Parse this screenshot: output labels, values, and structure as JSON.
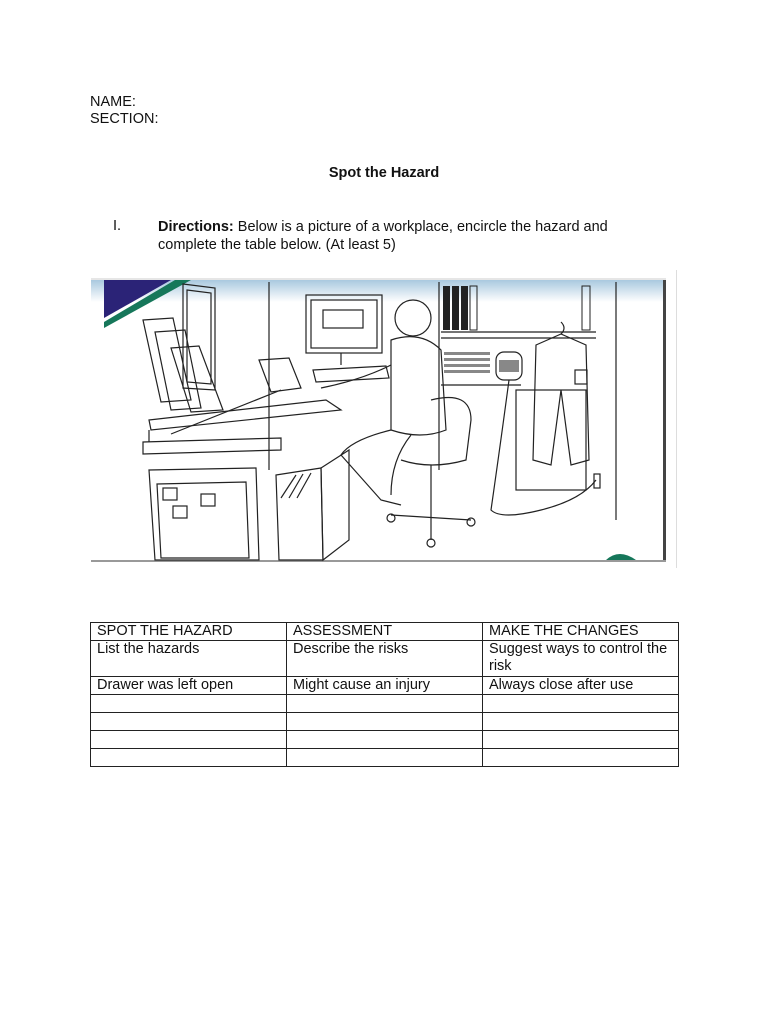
{
  "header": {
    "name_label": "NAME:",
    "section_label": "SECTION:"
  },
  "title": "Spot the Hazard",
  "instructions": {
    "numeral": "I.",
    "directions_label": "Directions:",
    "directions_text": " Below is a picture of a workplace, encircle the hazard and complete the table below. (At least 5)"
  },
  "picture": {
    "description": "Line illustration of an office workplace: man seated at desk with computer monitor, telephone, document trays, open filing drawer, shelf with binders, space heater with cord to wall outlet, lab coat hanging on hook",
    "colors": {
      "banner_purple": "#2b2377",
      "banner_green": "#16775a",
      "sky_band": "#b9d4e6"
    }
  },
  "table": {
    "headers": [
      "SPOT THE HAZARD",
      "ASSESSMENT",
      "MAKE THE CHANGES"
    ],
    "subheaders": [
      "List the hazards",
      "Describe the risks",
      "Suggest ways to control the risk"
    ],
    "rows": [
      [
        "Drawer was left open",
        "Might cause an injury",
        "Always close after use"
      ],
      [
        "",
        "",
        ""
      ],
      [
        "",
        "",
        ""
      ],
      [
        "",
        "",
        ""
      ],
      [
        "",
        "",
        ""
      ]
    ]
  }
}
